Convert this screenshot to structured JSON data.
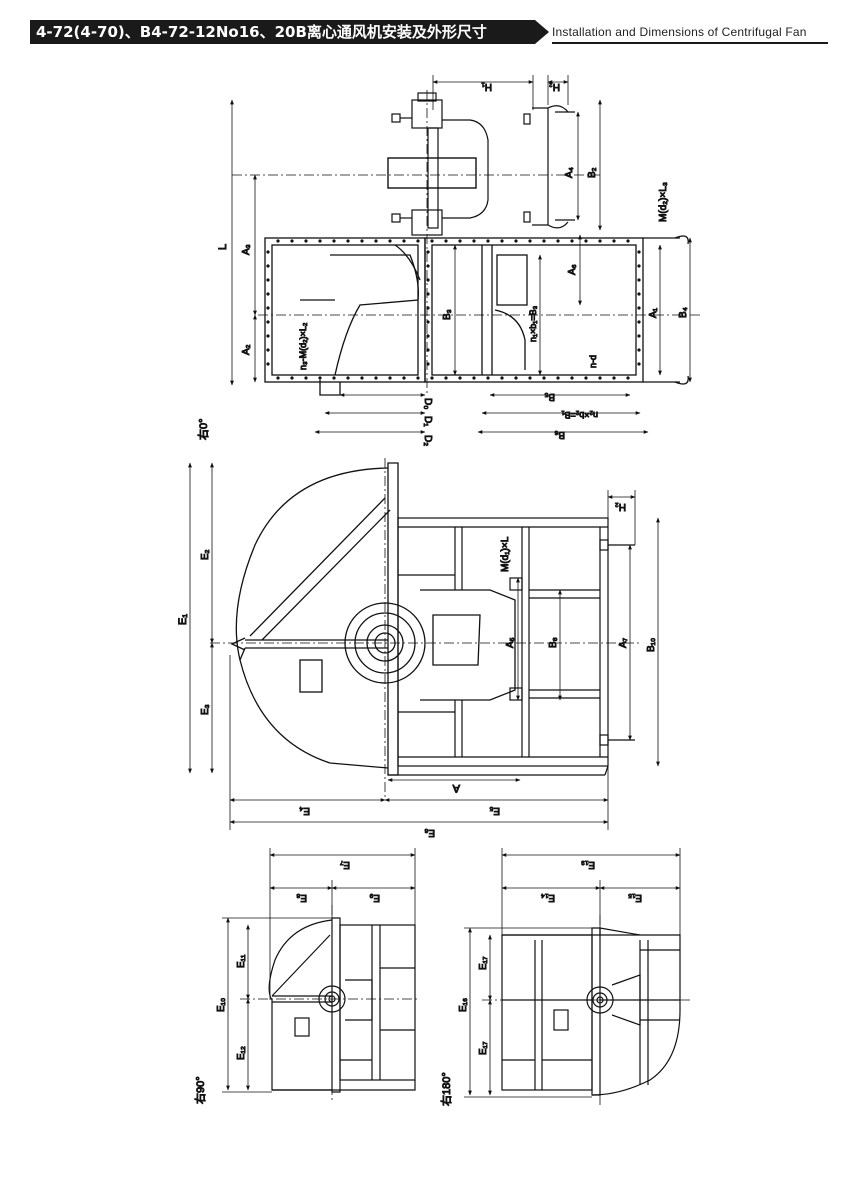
{
  "header": {
    "title": "4-72(4-70)、B4-72-12No16、20B离心通风机安装及外形尺寸",
    "subtitle": "Installation and Dimensions of Centrifugal Fan"
  },
  "views": {
    "right0": {
      "label": "右0°",
      "dims": {
        "H1": "H₁",
        "H2": "H₂",
        "L": "L",
        "A3": "A₃",
        "A2": "A₂",
        "A4": "A₄",
        "B2": "B₂",
        "ML3": "M(d₂)×L₃",
        "nML2": "n₃-M(d₂)×L₂",
        "B3": "B₃",
        "n1b1": "n₁×b₁=B₃",
        "A6": "A₆",
        "A1": "A₁",
        "B4": "B₄",
        "nd": "n-d",
        "D0": "D₀",
        "D1": "D₁",
        "D2": "D₂",
        "B5": "B₅",
        "n2b": "n₂×b₂=B₁",
        "B6": "B₆"
      }
    },
    "main": {
      "dims": {
        "H2": "H₂",
        "ML": "M(d₁)×L",
        "E1": "E₁",
        "E2": "E₂",
        "E3": "E₃",
        "A5": "A₅",
        "B8": "B₈",
        "A": "A",
        "B10": "B₁₀",
        "E4": "E₄",
        "E5": "E₅",
        "E6": "E₆",
        "A7": "A₇"
      }
    },
    "right90": {
      "label": "右90°",
      "dims": {
        "E7": "E₇",
        "E8": "E₈",
        "E9": "E₉",
        "E10": "E₁₀",
        "E11": "E₁₁",
        "E12": "E₁₂"
      }
    },
    "right180": {
      "label": "右180°",
      "dims": {
        "E13": "E₁₃",
        "E14": "E₁₄",
        "E15": "E₁₅",
        "E16": "E₁₆",
        "E17": "E₁₇"
      }
    }
  }
}
